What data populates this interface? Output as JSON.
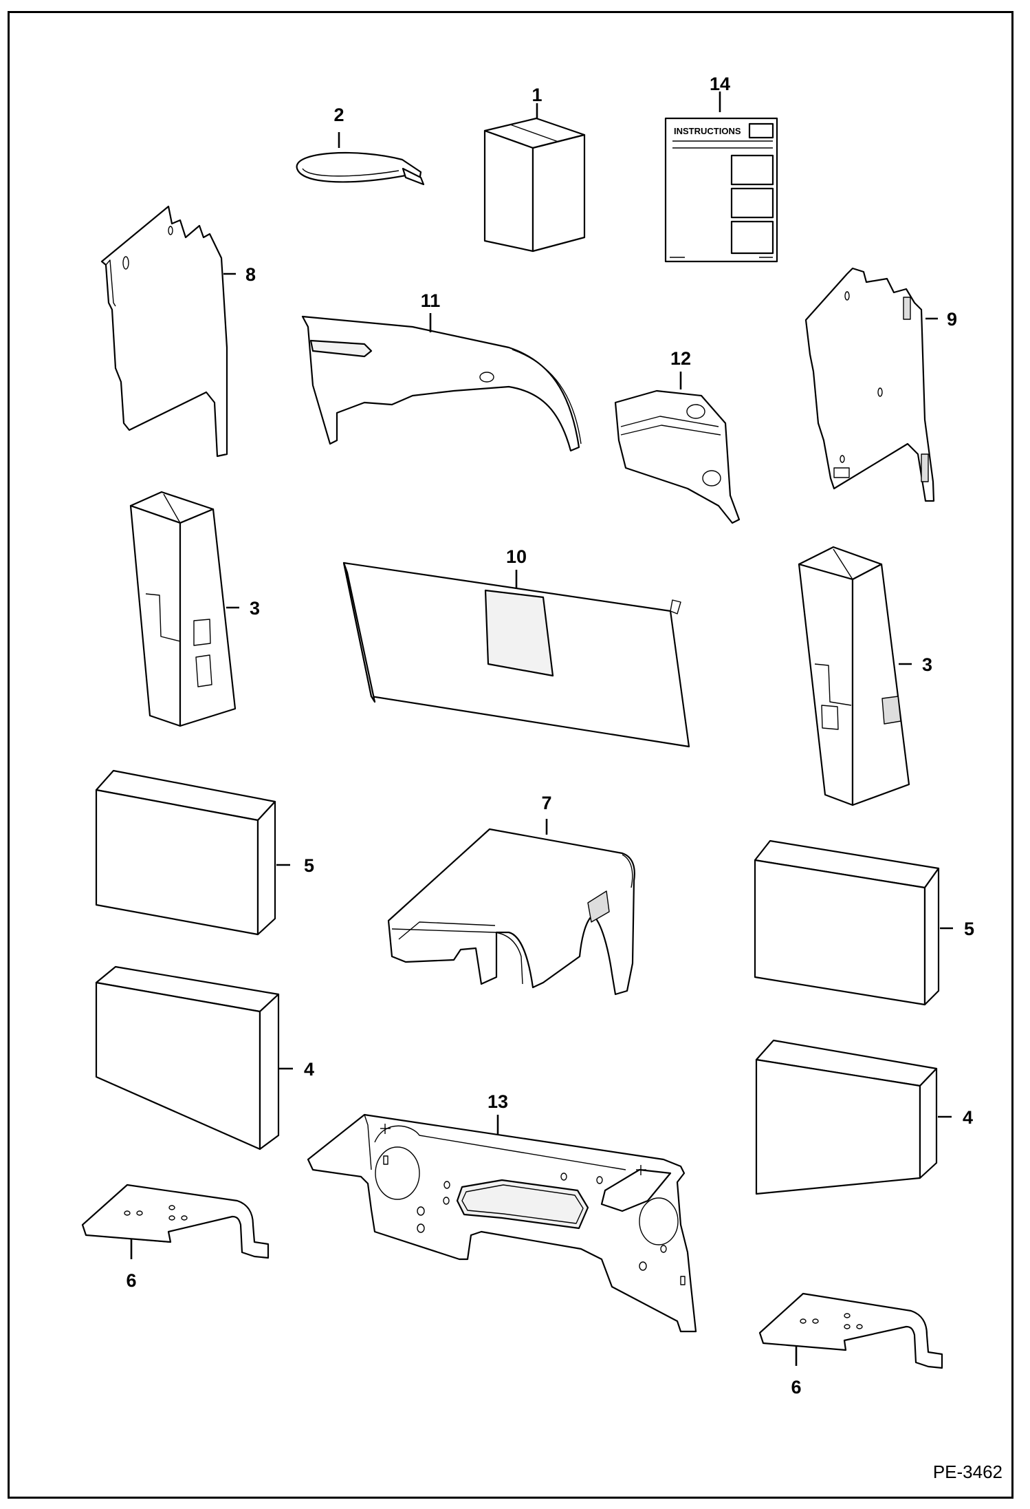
{
  "figure_code": "PE-3462",
  "instructions_title": "INSTRUCTIONS",
  "colors": {
    "line": "#000000",
    "background": "#ffffff"
  },
  "callouts": {
    "c1": "1",
    "c2": "2",
    "c3a": "3",
    "c3b": "3",
    "c4a": "4",
    "c4b": "4",
    "c5a": "5",
    "c5b": "5",
    "c6a": "6",
    "c6b": "6",
    "c7": "7",
    "c8": "8",
    "c9": "9",
    "c10": "10",
    "c11": "11",
    "c12": "12",
    "c13": "13",
    "c14": "14"
  }
}
